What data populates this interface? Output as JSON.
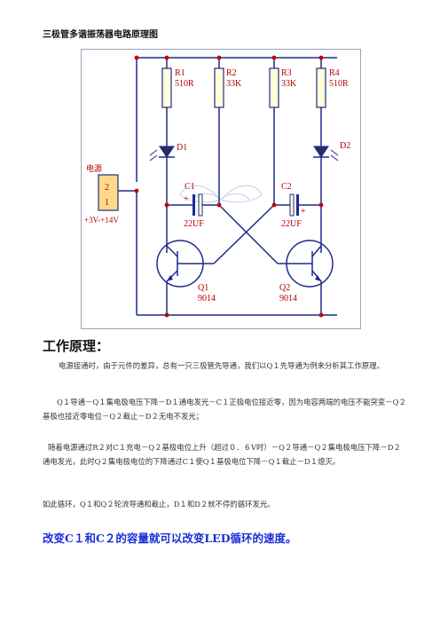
{
  "document": {
    "title": "三极管多谐振荡器电路原理图",
    "section_heading": "工作原理：",
    "paragraphs": [
      "电源接通时，由于元件的差异，总有一只三极管先导通，我们以Q１先导通为例来分析其工作原理。",
      "Q１导通－Q１集电极电压下降－D１通电发光－C１正极电位接近零，因为电容两端的电压不能突变－Q２基极也接近零电位－Q２截止－D２无电不发光；",
      "随着电源通过R２对C１充电－Q２基极电位上升（超过０．６V时）－Q２导通－Q２集电极电压下降－D２通电发光，此时Q２集电极电位的下降通过C１使Q１基极电位下降－Q１截止－D１熄灭。",
      "如此循环，Q１和Q２轮流导通和截止，D１和D２就不停的循环发光。"
    ],
    "emphasis": "改变C１和C２的容量就可以改变LED循环的速度。"
  },
  "schematic": {
    "resistors": [
      {
        "ref": "R1",
        "value": "510R"
      },
      {
        "ref": "R2",
        "value": "33K"
      },
      {
        "ref": "R3",
        "value": "33K"
      },
      {
        "ref": "R4",
        "value": "510R"
      }
    ],
    "leds": [
      {
        "ref": "D1"
      },
      {
        "ref": "D2"
      }
    ],
    "capacitors": [
      {
        "ref": "C1",
        "value": "22UF"
      },
      {
        "ref": "C2",
        "value": "22UF"
      }
    ],
    "transistors": [
      {
        "ref": "Q1",
        "part": "9014"
      },
      {
        "ref": "Q2",
        "part": "9014"
      }
    ],
    "power": {
      "label": "电源",
      "pin_top": "2",
      "pin_bottom": "1",
      "voltage": "+3V-+14V"
    },
    "capacitor_polarity": "+",
    "colors": {
      "wire": "#1e2a8c",
      "component_fill": "#ffffd8",
      "power_fill": "#ffd98a",
      "text": "#b30000",
      "junction": "#c40000",
      "frame": "#9aa3b8",
      "led_fill": "#2a2a6a"
    }
  }
}
